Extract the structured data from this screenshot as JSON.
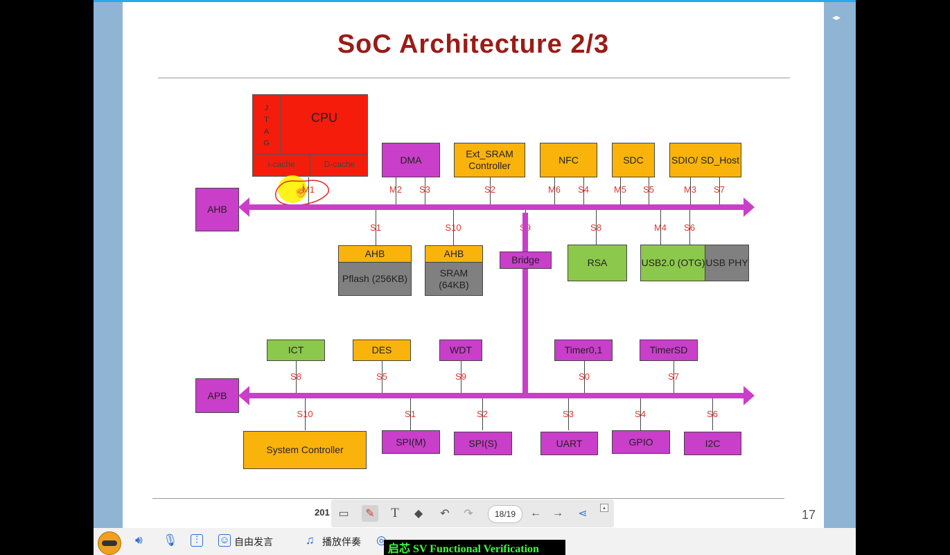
{
  "slide": {
    "title": "SoC Architecture 2/3",
    "page_number": "17",
    "footer_text": "201",
    "cpu": {
      "label": "CPU",
      "jtag": [
        "J",
        "T",
        "A",
        "G"
      ],
      "icache": "I-cache",
      "dcache": "D-cache"
    },
    "ahb_label": "AHB",
    "apb_label": "APB",
    "ahb_top_blocks": [
      {
        "label": "DMA",
        "color": "#c93fc9"
      },
      {
        "label": "Ext_SRAM Controller",
        "color": "#f9b30b"
      },
      {
        "label": "NFC",
        "color": "#f9b30b"
      },
      {
        "label": "SDC",
        "color": "#f9b30b"
      },
      {
        "label": "SDIO/ SD_Host",
        "color": "#f9b30b"
      }
    ],
    "ahb_top_ports": [
      "M1",
      "M2",
      "S3",
      "S2",
      "M6",
      "S4",
      "M5",
      "S5",
      "M3",
      "S7"
    ],
    "ahb_bottom_ports": [
      "S1",
      "S10",
      "S9",
      "S8",
      "M4",
      "S6"
    ],
    "pflash": {
      "top": "AHB",
      "bottom": "Pflash (256KB)"
    },
    "sram": {
      "top": "AHB",
      "bottom": "SRAM (64KB)"
    },
    "bridge": "Bridge",
    "rsa": "RSA",
    "usb": "USB2.0 (OTG)",
    "usb_phy": "USB PHY",
    "apb_top_blocks": [
      {
        "label": "ICT",
        "color": "#8cc84b"
      },
      {
        "label": "DES",
        "color": "#f9b30b"
      },
      {
        "label": "WDT",
        "color": "#c93fc9"
      },
      {
        "label": "Timer0,1",
        "color": "#c93fc9"
      },
      {
        "label": "TimerSD",
        "color": "#c93fc9"
      }
    ],
    "apb_top_ports": [
      "S8",
      "S5",
      "S9",
      "S0",
      "S7"
    ],
    "apb_bottom_blocks": [
      {
        "label": "System Controller",
        "color": "#f9b30b"
      },
      {
        "label": "SPI(M)",
        "color": "#c93fc9"
      },
      {
        "label": "SPI(S)",
        "color": "#c93fc9"
      },
      {
        "label": "UART",
        "color": "#c93fc9"
      },
      {
        "label": "GPIO",
        "color": "#c93fc9"
      },
      {
        "label": "I2C",
        "color": "#c93fc9"
      }
    ],
    "apb_bottom_ports": [
      "S10",
      "S1",
      "S2",
      "S3",
      "S4",
      "S6"
    ]
  },
  "toolbar": {
    "page_indicator": "18/19",
    "icons": [
      "folder-icon",
      "pen-icon",
      "text-icon",
      "eraser-icon",
      "undo-icon",
      "redo-icon",
      "prev-icon",
      "next-icon",
      "share-icon"
    ]
  },
  "taskbar": {
    "free_speech_label": "自由发言",
    "play_music_label": "播放伴奏",
    "caption": "启芯 SV Functional Verification"
  },
  "colors": {
    "title": "#9b1b16",
    "bus": "#c93fc9",
    "port_label": "#e0342c"
  }
}
